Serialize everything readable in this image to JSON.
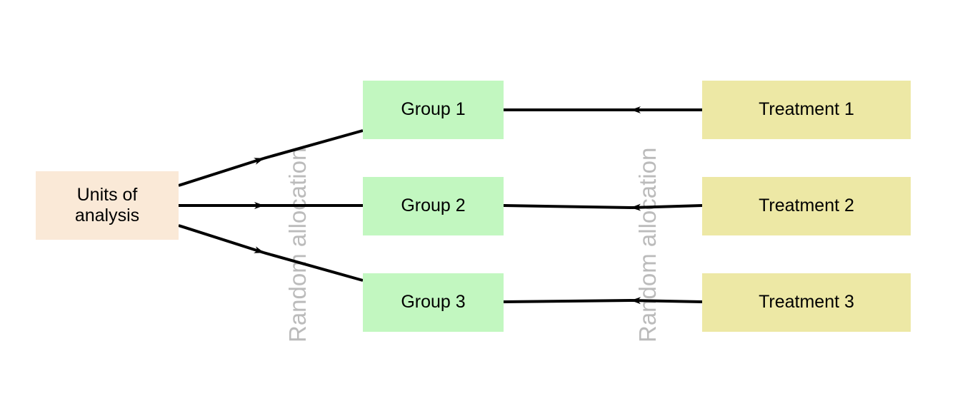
{
  "diagram": {
    "title_text": "",
    "colors": {
      "source_fill": "#FAE9D7",
      "group_fill": "#C2F7C0",
      "treatment_fill": "#EDE8A5",
      "edge_stroke": "#000000",
      "rotated_label_color": "#BBBBBB",
      "background": "#FFFFFF"
    },
    "source_node": {
      "label": "Units of\nanalysis"
    },
    "rotated_labels": [
      {
        "text": "Random allocation"
      },
      {
        "text": "Random allocation"
      }
    ],
    "groups": [
      {
        "label": "Group 1"
      },
      {
        "label": "Group 2"
      },
      {
        "label": "Group 3"
      }
    ],
    "treatments": [
      {
        "label": "Treatment 1"
      },
      {
        "label": "Treatment 2"
      },
      {
        "label": "Treatment 3"
      }
    ],
    "edges": [
      {
        "from": "Units of analysis",
        "to": "Group 1",
        "arrow": "right"
      },
      {
        "from": "Units of analysis",
        "to": "Group 2",
        "arrow": "right"
      },
      {
        "from": "Units of analysis",
        "to": "Group 3",
        "arrow": "right"
      },
      {
        "from": "Treatment 1",
        "to": "Group 1",
        "arrow": "left"
      },
      {
        "from": "Treatment 2",
        "to": "Group 2",
        "arrow": "left"
      },
      {
        "from": "Treatment 3",
        "to": "Group 3",
        "arrow": "left"
      }
    ]
  }
}
